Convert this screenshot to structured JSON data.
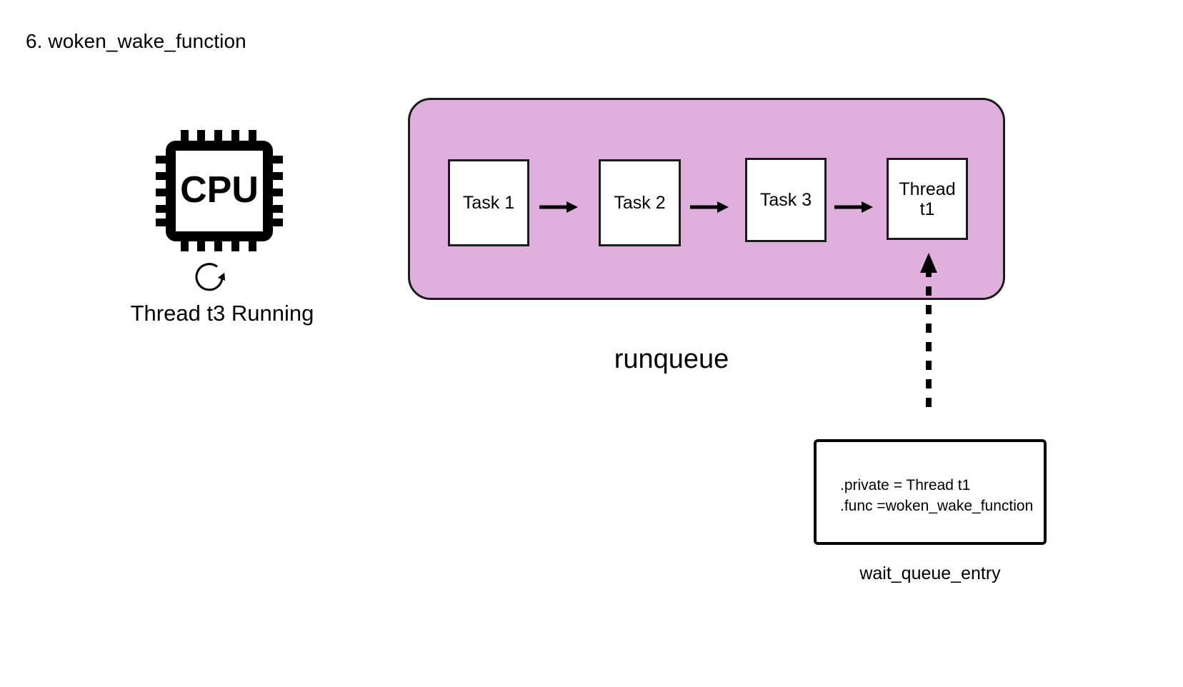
{
  "slide": {
    "title": "6. woken_wake_function"
  },
  "cpu": {
    "icon": "cpu-chip-icon",
    "chip_label": "CPU",
    "spinner_icon": "circular-arrow-icon",
    "caption": "Thread t3 Running"
  },
  "runqueue": {
    "label": "runqueue",
    "fill_color": "#dfb0dd",
    "border_color": "#1b1b1b",
    "boxes": [
      {
        "label": "Task 1",
        "lines": [
          "Task 1"
        ]
      },
      {
        "label": "Task 2",
        "lines": [
          "Task 2"
        ]
      },
      {
        "label": "Task 3",
        "lines": [
          "Task 3"
        ]
      },
      {
        "label": "Thread t1",
        "lines": [
          "Thread",
          "t1"
        ]
      }
    ],
    "arrows": [
      "arrow-right-icon",
      "arrow-right-icon",
      "arrow-right-icon"
    ]
  },
  "wake_arrow": {
    "icon": "dashed-arrow-up-icon",
    "style": "dashed",
    "direction": "up"
  },
  "wait_queue_entry": {
    "caption": "wait_queue_entry",
    "fields": [
      ".private = Thread t1",
      ".func =woken_wake_function"
    ]
  }
}
